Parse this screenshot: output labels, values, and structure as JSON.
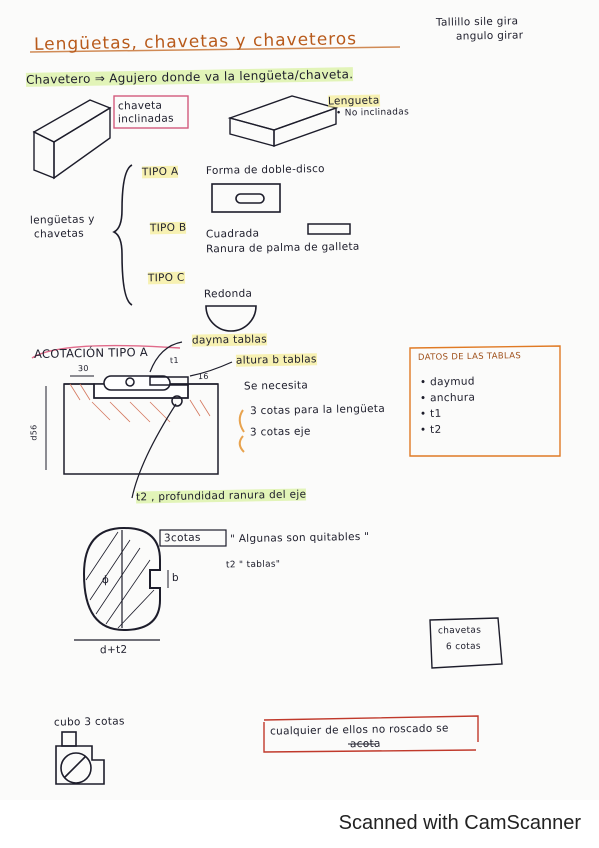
{
  "title": "Lengüetas, chavetas y chaveteros",
  "header_note": [
    "Tallillo sile gira",
    "angulo girar"
  ],
  "definition": "Chavetero ⇒ Agujero donde va la lengüeta/chaveta.",
  "labels": {
    "chaveta_inclinadas": [
      "chaveta",
      "inclinadas"
    ],
    "lengueta": [
      "Lengueta",
      "• No inclinadas"
    ],
    "lenguetas_chavetas": [
      "lengüetas y",
      "chavetas"
    ],
    "tipo_a": "TIPO A",
    "tipo_a_desc": "Forma de doble-disco",
    "tipo_b": "TIPO B",
    "tipo_b_desc": [
      "Cuadrada",
      "Ranura de palma de galleta"
    ],
    "tipo_c": "TIPO C",
    "tipo_c_desc": "Redonda",
    "acotacion": "ACOTACIÓN TIPO A",
    "dayma_tablas": "dayma tablas",
    "altura_tablas": "altura b tablas",
    "t1": "t1",
    "dim_30": "30",
    "dim_16": "16",
    "dim_d56": "d56",
    "se_necesita": "Se necesita",
    "cotas_note": [
      "3 cotas para la lengüeta",
      "3 cotas eje"
    ],
    "t2_note": "t2 , profundidad ranura del eje",
    "tres_cotas_box": "3cotas",
    "tres_cotas_note": "\" Algunas son quitables \"",
    "t2_tablas": "t2 \" tablas\"",
    "dim_b": "b",
    "dim_phi": "ϕ",
    "dim_d_t2": "d+t2",
    "chavetas_box": [
      "chavetas",
      "6 cotas"
    ],
    "cubo_note": "cubo 3 cotas",
    "bottom_note": [
      "cualquier de ellos no roscado se",
      "acota"
    ]
  },
  "datos_tablas": {
    "title": "DATOS DE LAS TABLAS",
    "items": [
      "• daymud",
      "• anchura",
      "• t1",
      "• t2"
    ]
  },
  "footer": "Scanned with CamScanner",
  "colors": {
    "ink": "#1d1d2b",
    "accent": "#b85a1b",
    "red": "#c0392b"
  }
}
